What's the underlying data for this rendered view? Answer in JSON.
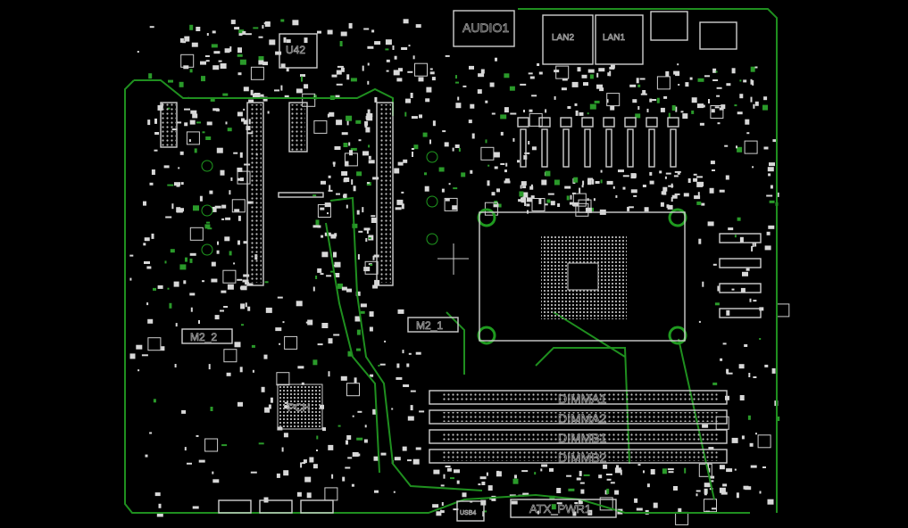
{
  "board": {
    "title": "Motherboard PCB layout",
    "colors": {
      "background": "#000000",
      "copper": "#1f8f1f",
      "silkscreen": "#cfcfcf"
    }
  },
  "labels": {
    "u42": "U42",
    "audio": "AUDIO1",
    "lan2": "LAN2",
    "lan1": "LAN1",
    "m2_2": "M2_2",
    "m2_1": "M2_1",
    "pch": "PCH",
    "dimm_a1": "DIMMA1",
    "dimm_a2": "DIMMA2",
    "dimm_b1": "DIMMB1",
    "dimm_b2": "DIMMB2",
    "atx_pwr": "ATX_PWR1",
    "usb": "USB4"
  }
}
